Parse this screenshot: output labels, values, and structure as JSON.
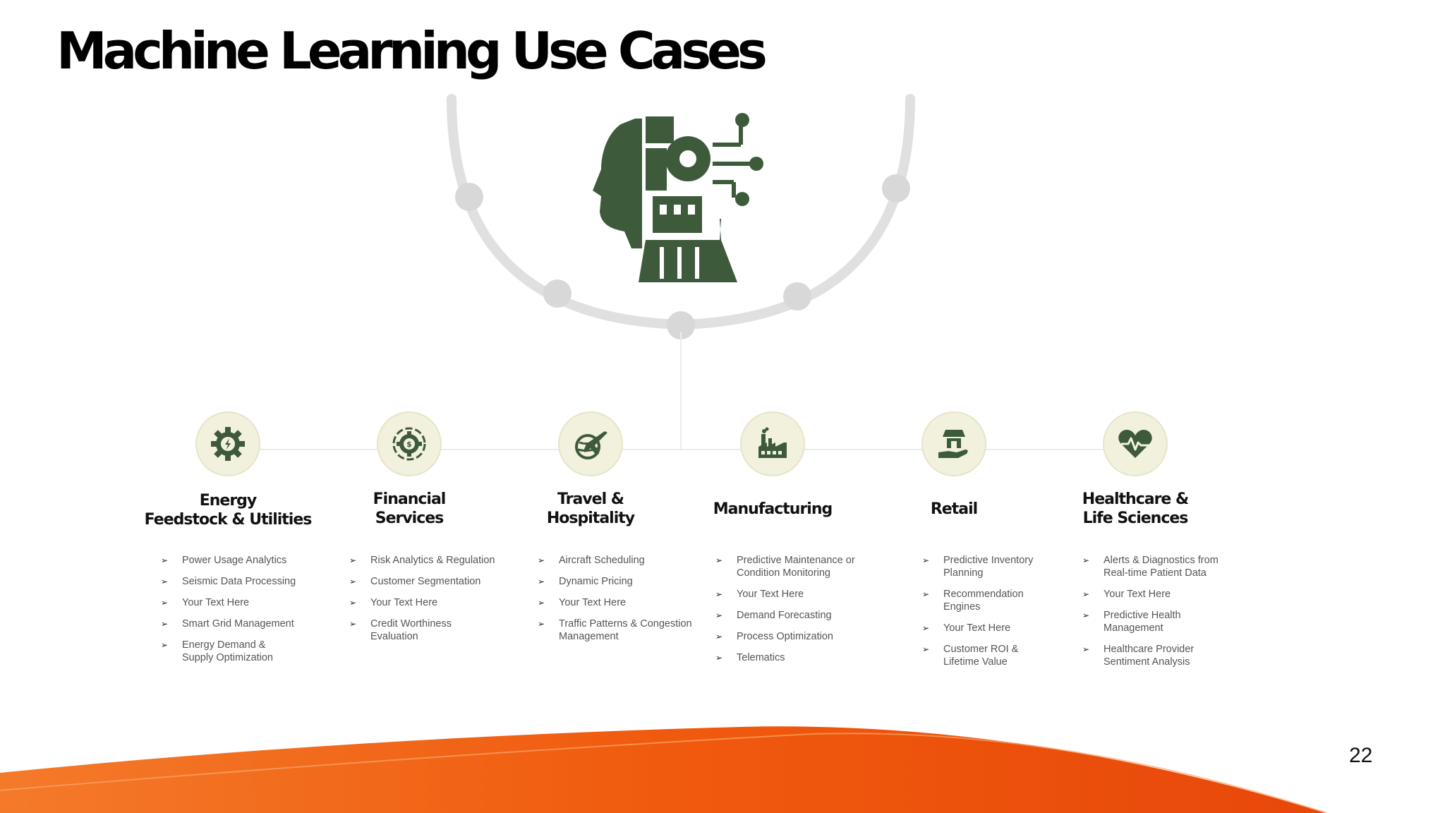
{
  "title": "Machine Learning Use Cases",
  "page_number": "22",
  "colors": {
    "accent_green": "#3d5a3a",
    "icon_bg": "#f2f1de",
    "orange": "#f05a0e",
    "arc": "#d9d9d9"
  },
  "hero_icon": "ai-head-icon",
  "columns": [
    {
      "icon": "gear-icon",
      "title_line1": "Energy",
      "title_line2": "Feedstock & Utilities",
      "items": [
        "Power Usage Analytics",
        "Seismic Data Processing",
        "Your Text Here",
        "Smart Grid Management",
        "Energy Demand & Supply Optimization"
      ]
    },
    {
      "icon": "money-gear-icon",
      "title_line1": "Financial",
      "title_line2": "Services",
      "items": [
        "Risk Analytics & Regulation",
        "Customer Segmentation",
        "Your Text Here",
        "Credit Worthiness Evaluation"
      ]
    },
    {
      "icon": "globe-plane-icon",
      "title_line1": "Travel &",
      "title_line2": "Hospitality",
      "items": [
        "Aircraft Scheduling",
        "Dynamic Pricing",
        "Your Text Here",
        "Traffic Patterns & Congestion Management"
      ]
    },
    {
      "icon": "factory-icon",
      "title_line1": "Manufacturing",
      "title_line2": "",
      "items": [
        "Predictive Maintenance or Condition Monitoring",
        "Your Text Here",
        "Demand Forecasting",
        "Process Optimization",
        "Telematics"
      ]
    },
    {
      "icon": "shop-hand-icon",
      "title_line1": "Retail",
      "title_line2": "",
      "items": [
        "Predictive Inventory Planning",
        "Recommendation Engines",
        "Your Text Here",
        "Customer ROI & Lifetime Value"
      ]
    },
    {
      "icon": "heart-pulse-icon",
      "title_line1": "Healthcare &",
      "title_line2": "Life Sciences",
      "items": [
        "Alerts & Diagnostics from Real-time Patient Data",
        "Your Text Here",
        "Predictive Health Management",
        "Healthcare Provider Sentiment Analysis"
      ]
    }
  ]
}
